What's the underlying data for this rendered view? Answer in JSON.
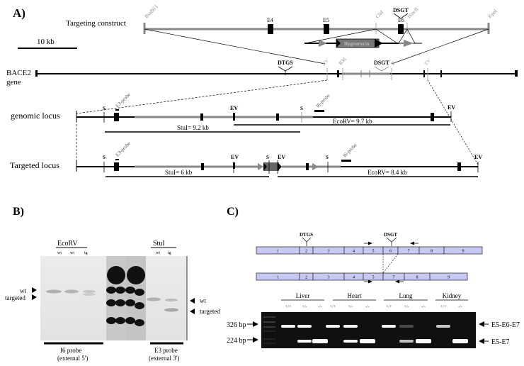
{
  "panels": {
    "A": {
      "label": "A)",
      "scale_bar": "10 kb",
      "construct": {
        "title": "Targeting construct",
        "sites": [
          "BsaB6 I",
          "ClaI",
          "HincII",
          "KpnI"
        ],
        "exons": [
          "E4",
          "E5",
          "E6"
        ],
        "motif": "DSGT",
        "cassette": "Hygromycin"
      },
      "gene": {
        "title_line1": "BACE2",
        "title_line2": "gene",
        "motifs": [
          "DTGS",
          "DSGT"
        ],
        "sites": [
          "EV",
          "B36",
          "K",
          "EV"
        ]
      },
      "genomic": {
        "title": "genomic locus",
        "site_S": "S",
        "site_EV": "EV",
        "probe_e3": "E3-probe",
        "probe_i6": "I6-probe",
        "stu": "StuI= 9.2 kb",
        "ecorv": "EcoRV= 9.7 kb"
      },
      "targeted": {
        "title": "Targeted locus",
        "site_S": "S",
        "site_EV": "EV",
        "probe_e3": "E3-probe",
        "probe_i6": "I6-probe",
        "stu": "StuI= 6 kb",
        "ecorv": "EcoRV= 8.4 kb"
      }
    },
    "B": {
      "label": "B)",
      "enzyme1": "EcoRV",
      "enzyme2": "StuI",
      "lanes1": [
        "wt",
        "wt",
        "tg"
      ],
      "lanes2": [
        "wt",
        "tg"
      ],
      "left_wt": "wt",
      "left_targeted": "targeted",
      "right_wt": "wt",
      "right_targeted": "targeted",
      "probe1_line1": "I6 probe",
      "probe1_line2": "(external 5')",
      "probe2_line1": "E3 probe",
      "probe2_line2": "(external 3')"
    },
    "C": {
      "label": "C)",
      "motif1": "DTGS",
      "motif2": "DSGT",
      "exons_wt": [
        "1",
        "2",
        "3",
        "4",
        "5",
        "6",
        "7",
        "8",
        "9"
      ],
      "exons_ko": [
        "1",
        "2",
        "3",
        "4",
        "5",
        "7",
        "8",
        "9"
      ],
      "exon_fill": "#c8c8f4",
      "tissues": [
        "Liver",
        "Heart",
        "Lung",
        "Kidney"
      ],
      "genotypes": [
        "+/+",
        "+/-",
        "-/-",
        "+/+",
        "+/-",
        "-/-",
        "+/+",
        "+/-",
        "-/-",
        "+/+",
        "-/-"
      ],
      "size_326": "326 bp",
      "size_224": "224 bp",
      "product1": "E5-E6-E7",
      "product2": "E5-E7"
    }
  }
}
